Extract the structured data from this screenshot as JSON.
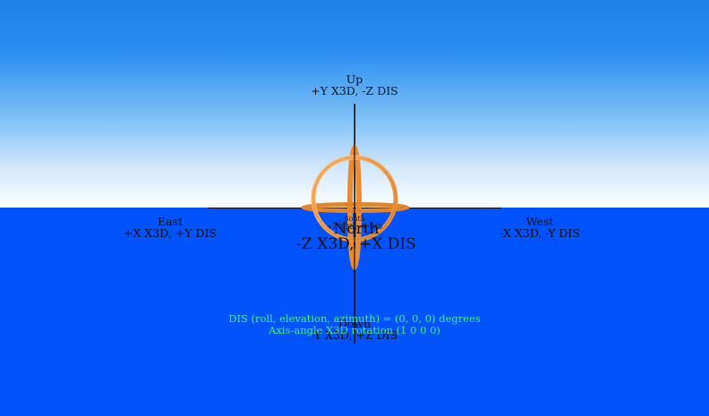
{
  "labels": {
    "up": {
      "name": "Up",
      "coords": "+Y X3D, -Z DIS"
    },
    "east": {
      "name": "East",
      "coords": "+X X3D, +Y DIS"
    },
    "west": {
      "name": "West",
      "coords": "-X X3D, -Y DIS"
    },
    "north": {
      "name": "North",
      "coords": "-Z X3D, +X DIS"
    },
    "down": {
      "name": "Down",
      "coords": "-Y X3D, +Z DIS"
    },
    "south": {
      "name": "South",
      "coords": "+Z X3D, -X DIS"
    }
  },
  "info": {
    "orientation": "DIS (roll, elevation, azimuth) = (0, 0, 0) degrees",
    "axis_angle": "Axis-angle X3D rotation (1 0 0 0)"
  },
  "colors": {
    "sky_top": "#1a82ea",
    "horizon": "#ffffff",
    "ground": "#0253fc",
    "gimbal": "#f7a04a",
    "info_text": "#44ee88"
  }
}
